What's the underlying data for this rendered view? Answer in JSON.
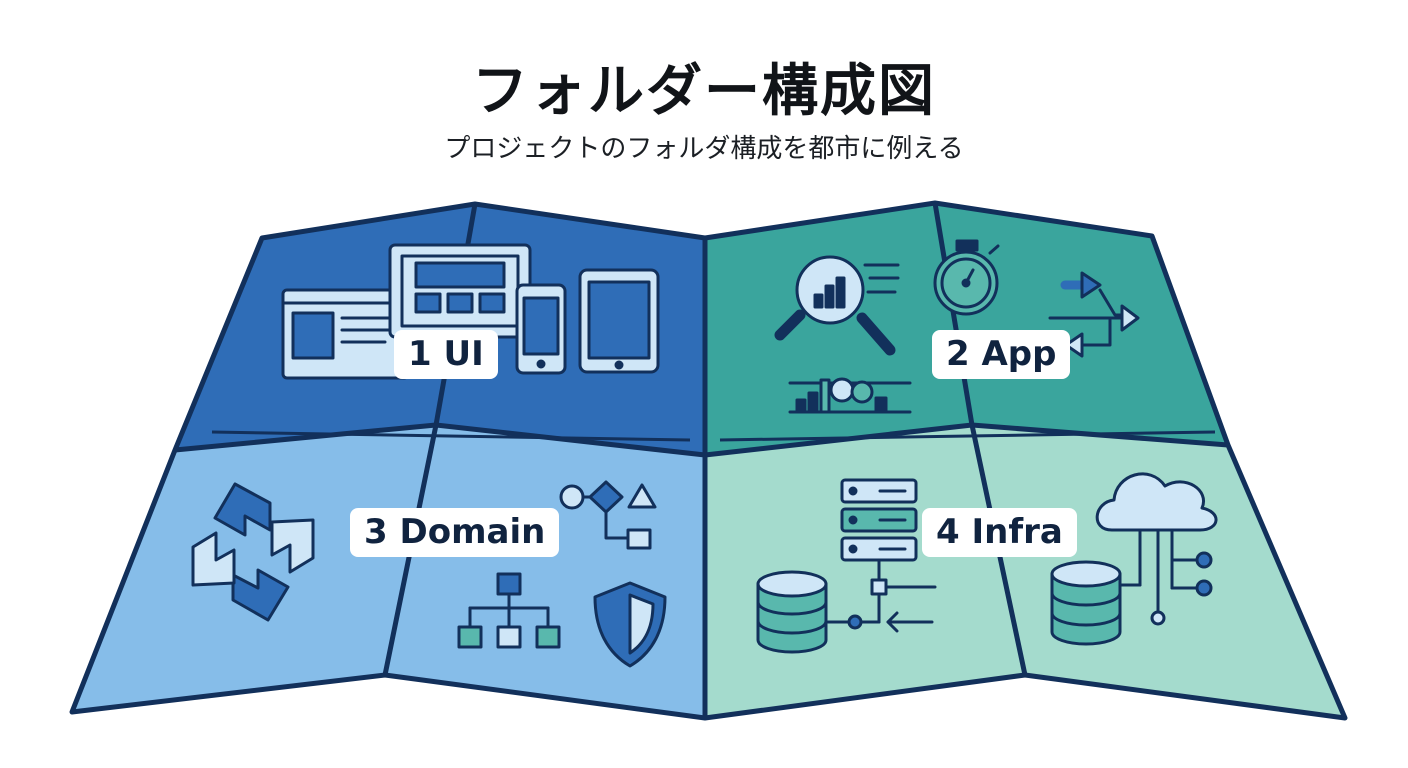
{
  "header": {
    "title": "フォルダー構成図",
    "subtitle": "プロジェクトのフォルダ構成を都市に例える"
  },
  "regions": [
    {
      "id": "ui",
      "label": "1 UI",
      "color": "#2f6db7"
    },
    {
      "id": "app",
      "label": "2 App",
      "color": "#3aa59d"
    },
    {
      "id": "domain",
      "label": "3 Domain",
      "color": "#86bde9"
    },
    {
      "id": "infra",
      "label": "4  Infra",
      "color": "#a4dbcd"
    }
  ],
  "colors": {
    "outline": "#12305b",
    "icon_light": "#cfe6f7",
    "icon_teal": "#59b8ad"
  },
  "icons": [
    "browser-window-icon",
    "monitor-icon",
    "smartphone-icon",
    "tablet-icon",
    "magnifier-chart-icon",
    "stopwatch-icon",
    "flow-arrows-icon",
    "bar-chart-icon",
    "linked-hexagons-icon",
    "flowchart-icon",
    "hierarchy-icon",
    "shield-icon",
    "server-rack-icon",
    "database-icon",
    "cloud-network-icon"
  ]
}
